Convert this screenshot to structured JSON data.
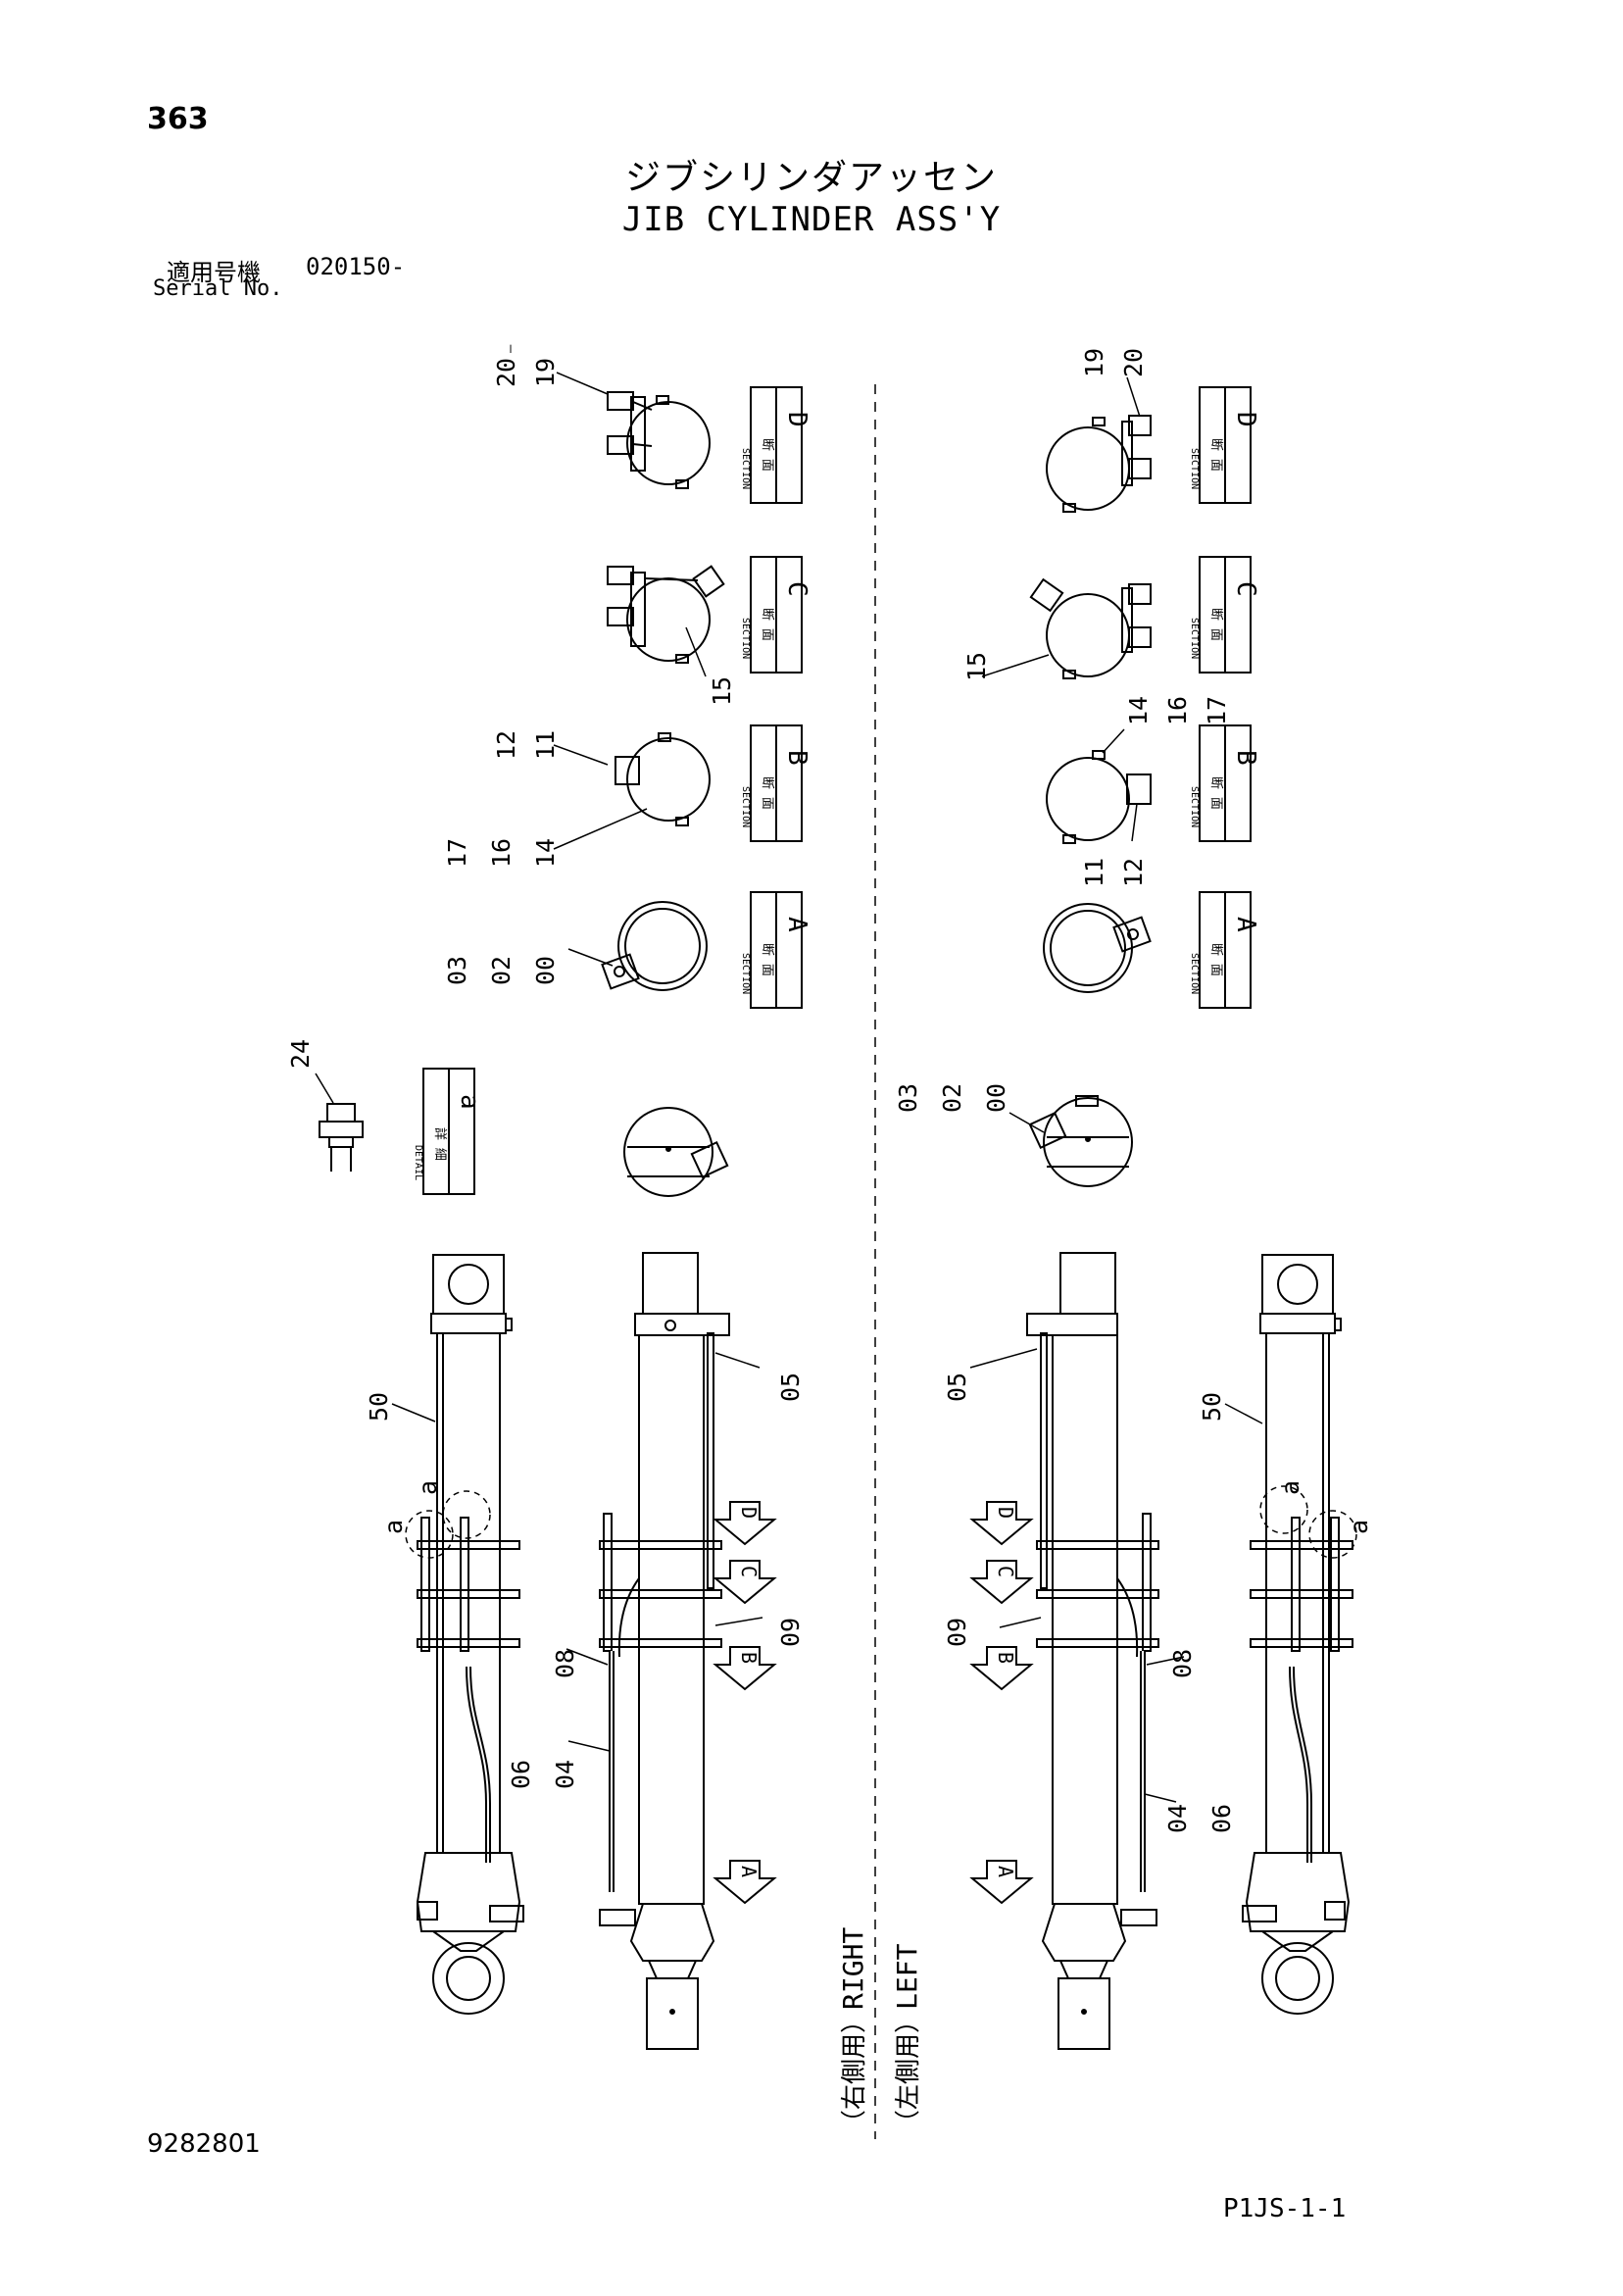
{
  "header": {
    "page_number": "363",
    "title_jp": "ジブシリンダアッセン",
    "title_en": "JIB CYLINDER ASS'Y",
    "serial_label_jp": "適用号機",
    "serial_value": "020150-",
    "serial_label_en": "Serial No."
  },
  "footer": {
    "document_number": "9282801",
    "sheet_code": "P1JS-1-1"
  },
  "section_labels": {
    "letters": [
      "D",
      "C",
      "B",
      "A"
    ],
    "jp": "断 面",
    "en": "SECTION"
  },
  "detail_label": {
    "letter": "a",
    "jp": "詳 細",
    "en": "DETAIL"
  },
  "sides": {
    "right_jp": "（右側用）",
    "right_en": "RIGHT",
    "left_jp": "（左側用）",
    "left_en": "LEFT"
  },
  "callouts": {
    "right_section_d": [
      "20",
      "19"
    ],
    "right_section_c": [
      "15"
    ],
    "right_section_b_top": [
      "12",
      "11"
    ],
    "right_section_b_bottom": [
      "17",
      "16",
      "14"
    ],
    "right_section_a": [
      "03",
      "02",
      "00"
    ],
    "left_section_d": [
      "19",
      "20"
    ],
    "left_section_c": [
      "15"
    ],
    "left_section_b_top": [
      "14",
      "16",
      "17"
    ],
    "left_section_b_bottom": [
      "11",
      "12"
    ],
    "left_top_view": [
      "03",
      "02",
      "00"
    ],
    "detail_bolt": [
      "24"
    ],
    "right_outer_tube": [
      "50"
    ],
    "right_detail_markers": [
      "a",
      "a"
    ],
    "right_inner_fitting": [
      "05"
    ],
    "right_inner_clamp": [
      "09"
    ],
    "right_inner_lower": [
      "08"
    ],
    "right_inner_hose": [
      "06",
      "04"
    ],
    "left_inner_fitting": [
      "05"
    ],
    "left_inner_clamp": [
      "09"
    ],
    "left_inner_lower": [
      "08"
    ],
    "left_inner_hose": [
      "04",
      "06"
    ],
    "left_outer_tube": [
      "50"
    ],
    "left_detail_markers": [
      "a",
      "a"
    ]
  },
  "arrows": [
    "D",
    "C",
    "B",
    "A"
  ]
}
